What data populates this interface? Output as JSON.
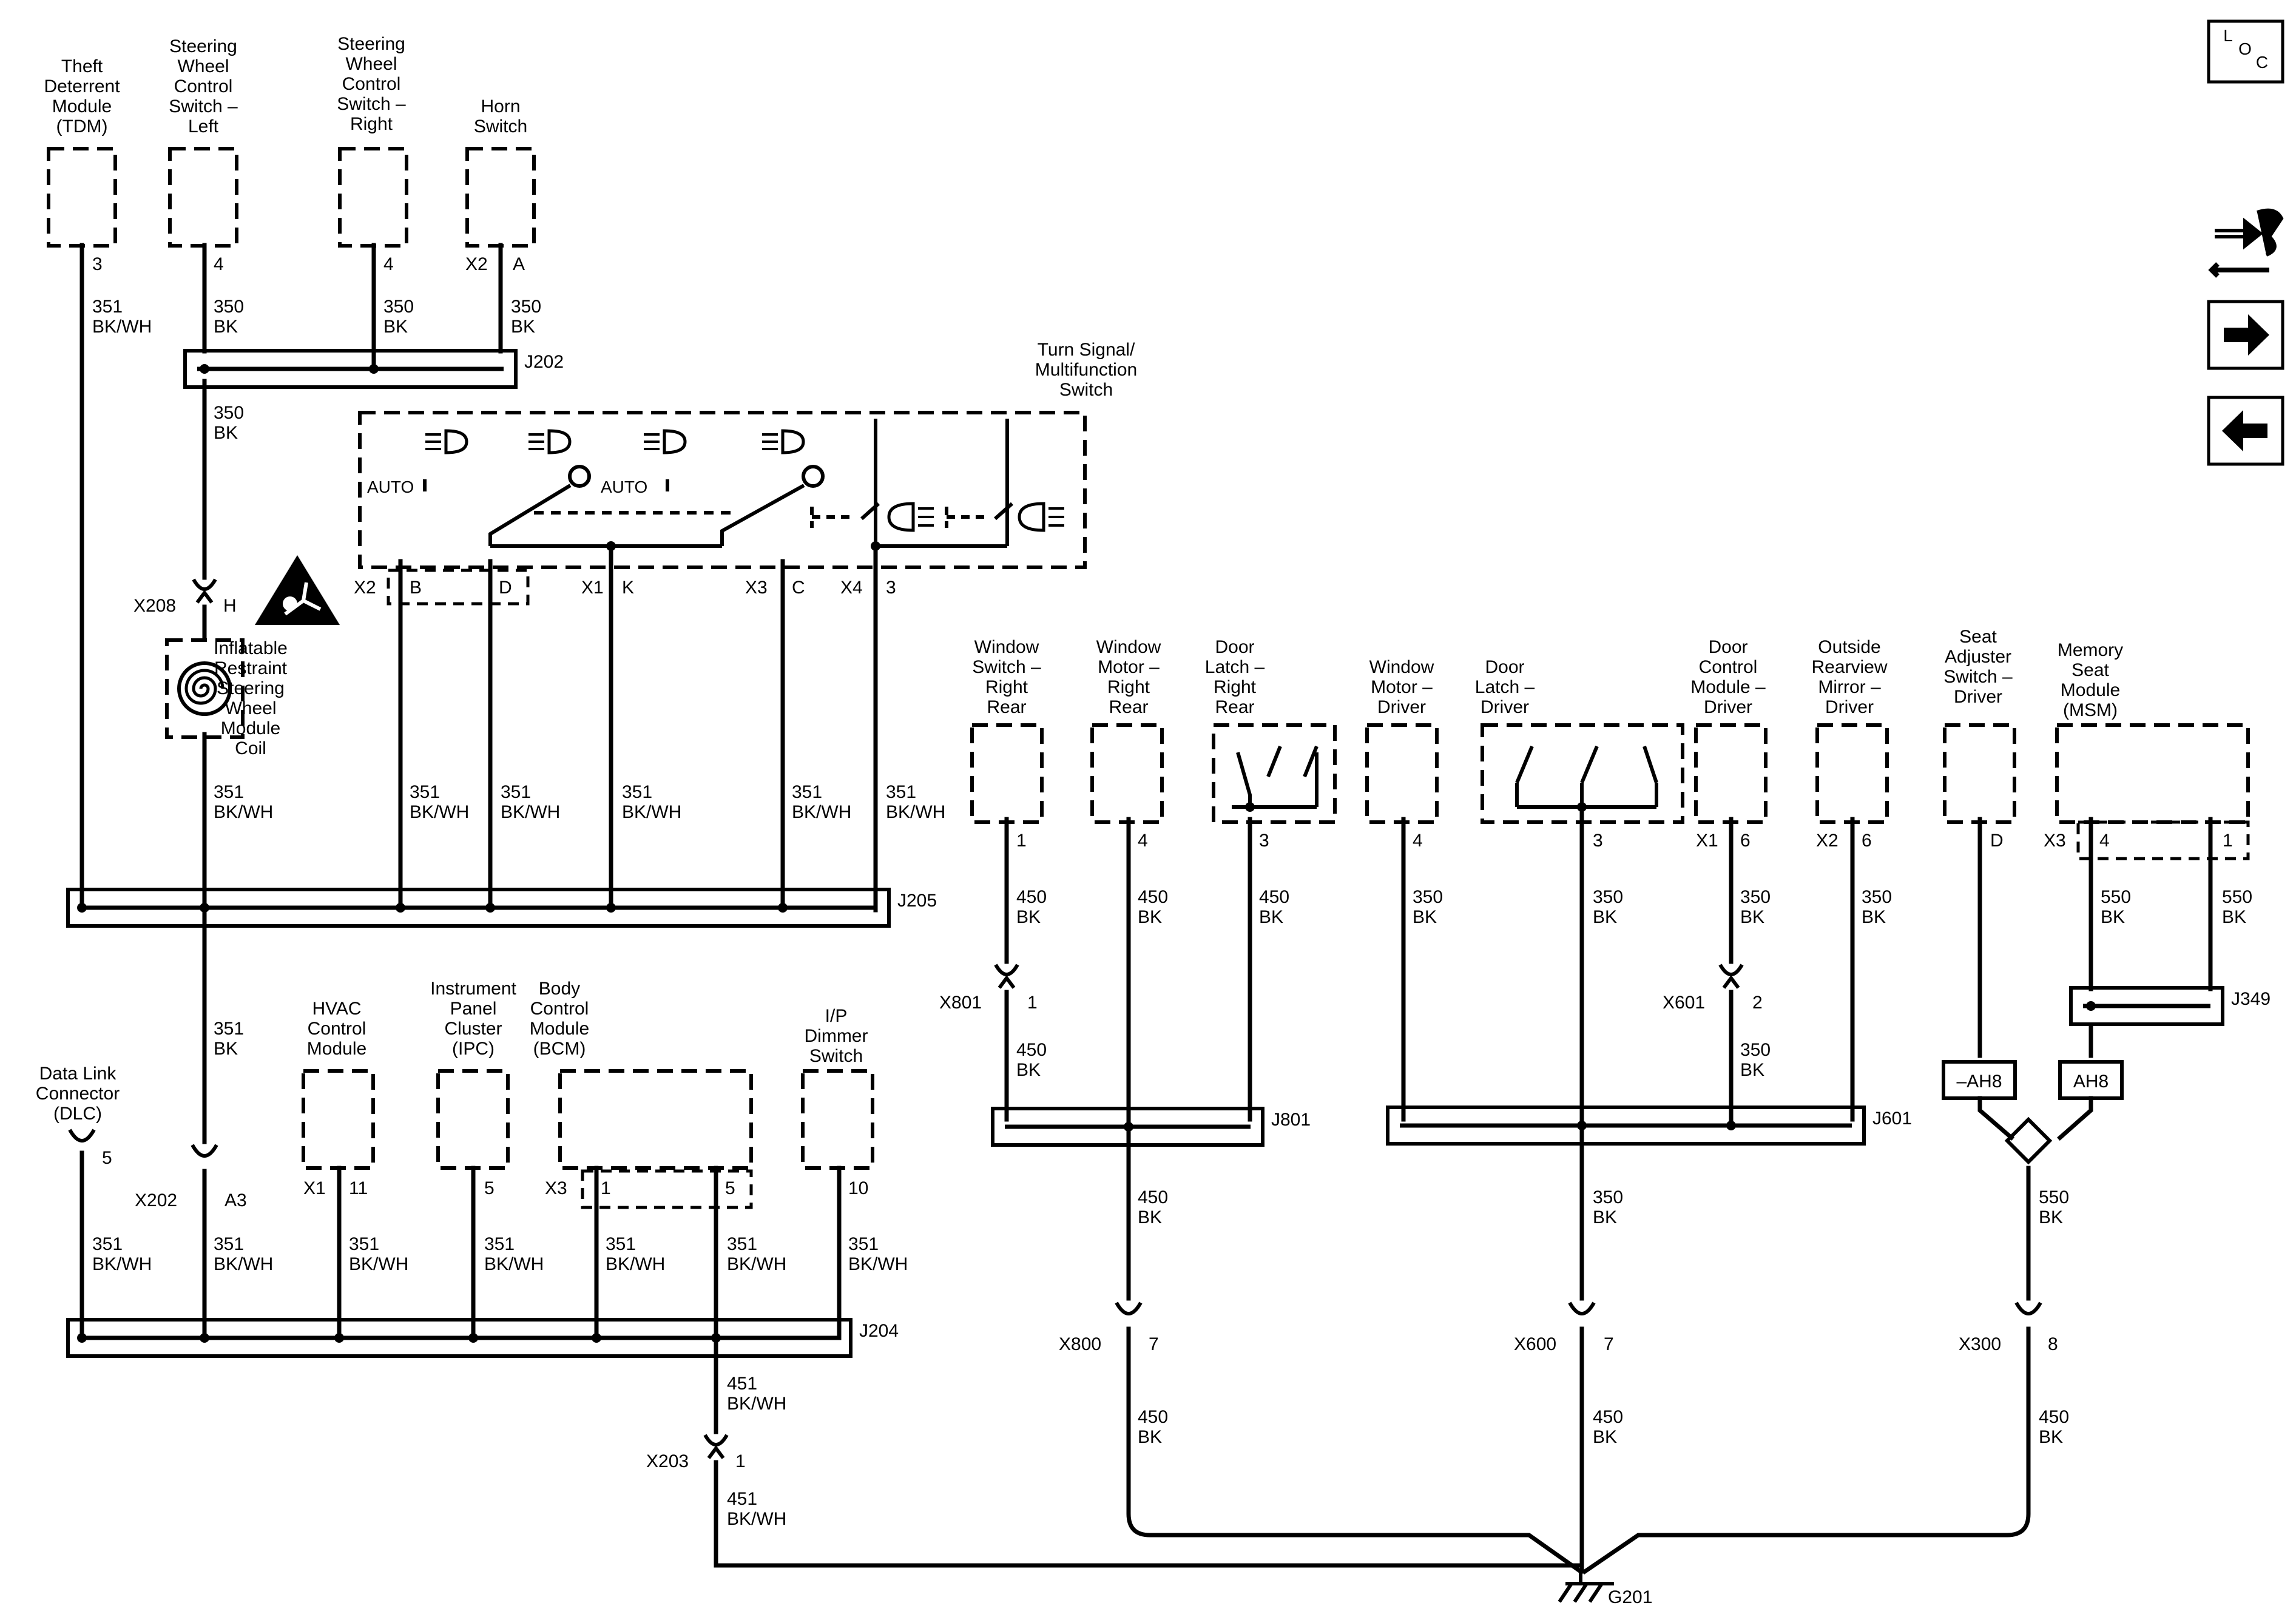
{
  "colors": {
    "ink": "#000000",
    "paper": "#ffffff"
  },
  "icons": {
    "loc": {
      "name": "location-view-icon",
      "letters": [
        "L",
        "O",
        "C"
      ]
    },
    "tools": "connector-tools-icon",
    "next": "arrow-right-icon",
    "prev": "arrow-left-icon",
    "airbag_warning": "airbag-warning-icon",
    "coil": "coil-spiral-icon",
    "ground": "ground-icon",
    "splice_pack": "splice-diamond-icon",
    "lamps": [
      "low-beam-icon",
      "parking-lamp-icon",
      "low-beam-icon",
      "parking-lamp-icon",
      "front-fog-lamp-icon",
      "rear-fog-lamp-icon"
    ]
  },
  "components": {
    "tdm": [
      "Theft",
      "Deterrent",
      "Module",
      "(TDM)"
    ],
    "swc_left": [
      "Steering",
      "Wheel",
      "Control",
      "Switch –",
      "Left"
    ],
    "swc_right": [
      "Steering",
      "Wheel",
      "Control",
      "Switch –",
      "Right"
    ],
    "horn": [
      "Horn",
      "Switch"
    ],
    "turn_signal": [
      "Turn Signal/",
      "Multifunction",
      "Switch"
    ],
    "coil": [
      "Inflatable",
      "Restraint",
      "Steering",
      "Wheel",
      "Module",
      "Coil"
    ],
    "dlc": [
      "Data Link",
      "Connector",
      "(DLC)"
    ],
    "hvac": [
      "HVAC",
      "Control",
      "Module"
    ],
    "ipc": [
      "Instrument",
      "Panel",
      "Cluster",
      "(IPC)"
    ],
    "bcm": [
      "Body",
      "Control",
      "Module",
      "(BCM)"
    ],
    "ip_dimmer": [
      "I/P",
      "Dimmer",
      "Switch"
    ],
    "win_sw_rr": [
      "Window",
      "Switch –",
      "Right",
      "Rear"
    ],
    "win_mot_rr": [
      "Window",
      "Motor –",
      "Right",
      "Rear"
    ],
    "door_latch_rr": [
      "Door",
      "Latch –",
      "Right",
      "Rear"
    ],
    "win_mot_drv": [
      "Window",
      "Motor –",
      "Driver"
    ],
    "door_latch_drv": [
      "Door",
      "Latch –",
      "Driver"
    ],
    "dcm_drv": [
      "Door",
      "Control",
      "Module –",
      "Driver"
    ],
    "mirror_drv": [
      "Outside",
      "Rearview",
      "Mirror –",
      "Driver"
    ],
    "seat_adj": [
      "Seat",
      "Adjuster",
      "Switch –",
      "Driver"
    ],
    "msm": [
      "Memory",
      "Seat",
      "Module",
      "(MSM)"
    ]
  },
  "switch_positions": {
    "auto_left": "AUTO",
    "auto_right": "AUTO"
  },
  "splices": {
    "j202": "J202",
    "j205": "J205",
    "j204": "J204",
    "j801": "J801",
    "j601": "J601",
    "j349": "J349"
  },
  "connectors": {
    "x208": "X208",
    "x202": "X202",
    "x203": "X203",
    "x801": "X801",
    "x601": "X601",
    "x800": "X800",
    "x600": "X600",
    "x300": "X300",
    "g201": "G201",
    "ah8_neg": "–AH8",
    "ah8": "AH8"
  },
  "pins": {
    "tdm": "3",
    "swc_left": "4",
    "swc_right": "4",
    "horn_x2": "X2",
    "horn": "A",
    "x208": "H",
    "ts_x2": "X2",
    "ts_b": "B",
    "ts_d": "D",
    "ts_x1": "X1",
    "ts_k": "K",
    "ts_x3": "X3",
    "ts_c": "C",
    "ts_x4": "X4",
    "ts_3": "3",
    "dlc": "5",
    "x202": "A3",
    "hvac_x1": "X1",
    "hvac": "11",
    "ipc": "5",
    "bcm_x3": "X3",
    "bcm_1": "1",
    "bcm_5": "5",
    "ip_dimmer": "10",
    "x203": "1",
    "win_sw_rr": "1",
    "win_mot_rr": "4",
    "door_latch_rr": "3",
    "x801": "1",
    "x800": "7",
    "win_mot_drv": "4",
    "door_latch_drv": "3",
    "dcm_x1": "X1",
    "dcm": "6",
    "mirror_x2": "X2",
    "mirror": "6",
    "x601": "2",
    "x600": "7",
    "seat_adj": "D",
    "msm_x3": "X3",
    "msm_4": "4",
    "msm_1": "1",
    "x300": "8"
  },
  "wires": {
    "w351_bkwh": [
      "351",
      "BK/WH"
    ],
    "w350_bk": [
      "350",
      "BK"
    ],
    "w351_bk": [
      "351",
      "BK"
    ],
    "w451_bkwh": [
      "451",
      "BK/WH"
    ],
    "w450_bk": [
      "450",
      "BK"
    ],
    "w550_bk": [
      "550",
      "BK"
    ]
  }
}
